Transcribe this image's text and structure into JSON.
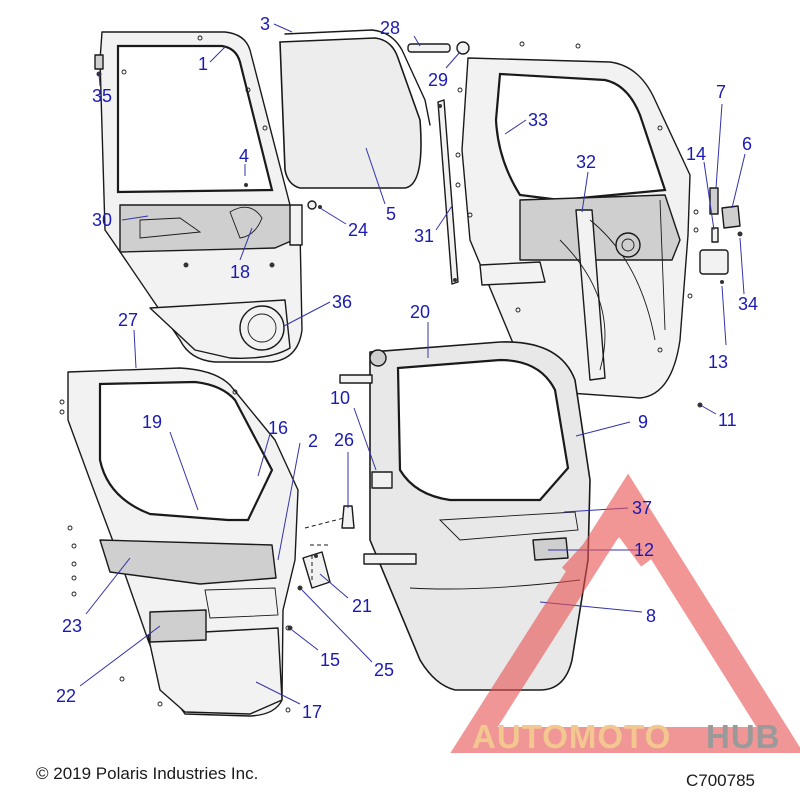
{
  "callouts": [
    {
      "id": "c1",
      "label": "1"
    },
    {
      "id": "c2",
      "label": "2"
    },
    {
      "id": "c3",
      "label": "3"
    },
    {
      "id": "c4",
      "label": "4"
    },
    {
      "id": "c5",
      "label": "5"
    },
    {
      "id": "c6",
      "label": "6"
    },
    {
      "id": "c7",
      "label": "7"
    },
    {
      "id": "c8",
      "label": "8"
    },
    {
      "id": "c9",
      "label": "9"
    },
    {
      "id": "c10",
      "label": "10"
    },
    {
      "id": "c11",
      "label": "11"
    },
    {
      "id": "c12",
      "label": "12"
    },
    {
      "id": "c13",
      "label": "13"
    },
    {
      "id": "c14",
      "label": "14"
    },
    {
      "id": "c15",
      "label": "15"
    },
    {
      "id": "c16",
      "label": "16"
    },
    {
      "id": "c17",
      "label": "17"
    },
    {
      "id": "c18",
      "label": "18"
    },
    {
      "id": "c19",
      "label": "19"
    },
    {
      "id": "c20",
      "label": "20"
    },
    {
      "id": "c21",
      "label": "21"
    },
    {
      "id": "c22",
      "label": "22"
    },
    {
      "id": "c23",
      "label": "23"
    },
    {
      "id": "c24",
      "label": "24"
    },
    {
      "id": "c25",
      "label": "25"
    },
    {
      "id": "c26",
      "label": "26"
    },
    {
      "id": "c27",
      "label": "27"
    },
    {
      "id": "c28",
      "label": "28"
    },
    {
      "id": "c29",
      "label": "29"
    },
    {
      "id": "c30",
      "label": "30"
    },
    {
      "id": "c31",
      "label": "31"
    },
    {
      "id": "c32",
      "label": "32"
    },
    {
      "id": "c33",
      "label": "33"
    },
    {
      "id": "c34",
      "label": "34"
    },
    {
      "id": "c35",
      "label": "35"
    },
    {
      "id": "c36",
      "label": "36"
    },
    {
      "id": "c37",
      "label": "37"
    }
  ],
  "footer": {
    "copyright": "© 2019 Polaris Industries Inc.",
    "diagram_code": "C700785"
  },
  "watermark": {
    "part_a": "AUTOMOTO",
    "part_b": "HUB",
    "color_a": "#f2c890",
    "color_b": "#9a9a9a",
    "triangle_color": "#e85050"
  }
}
